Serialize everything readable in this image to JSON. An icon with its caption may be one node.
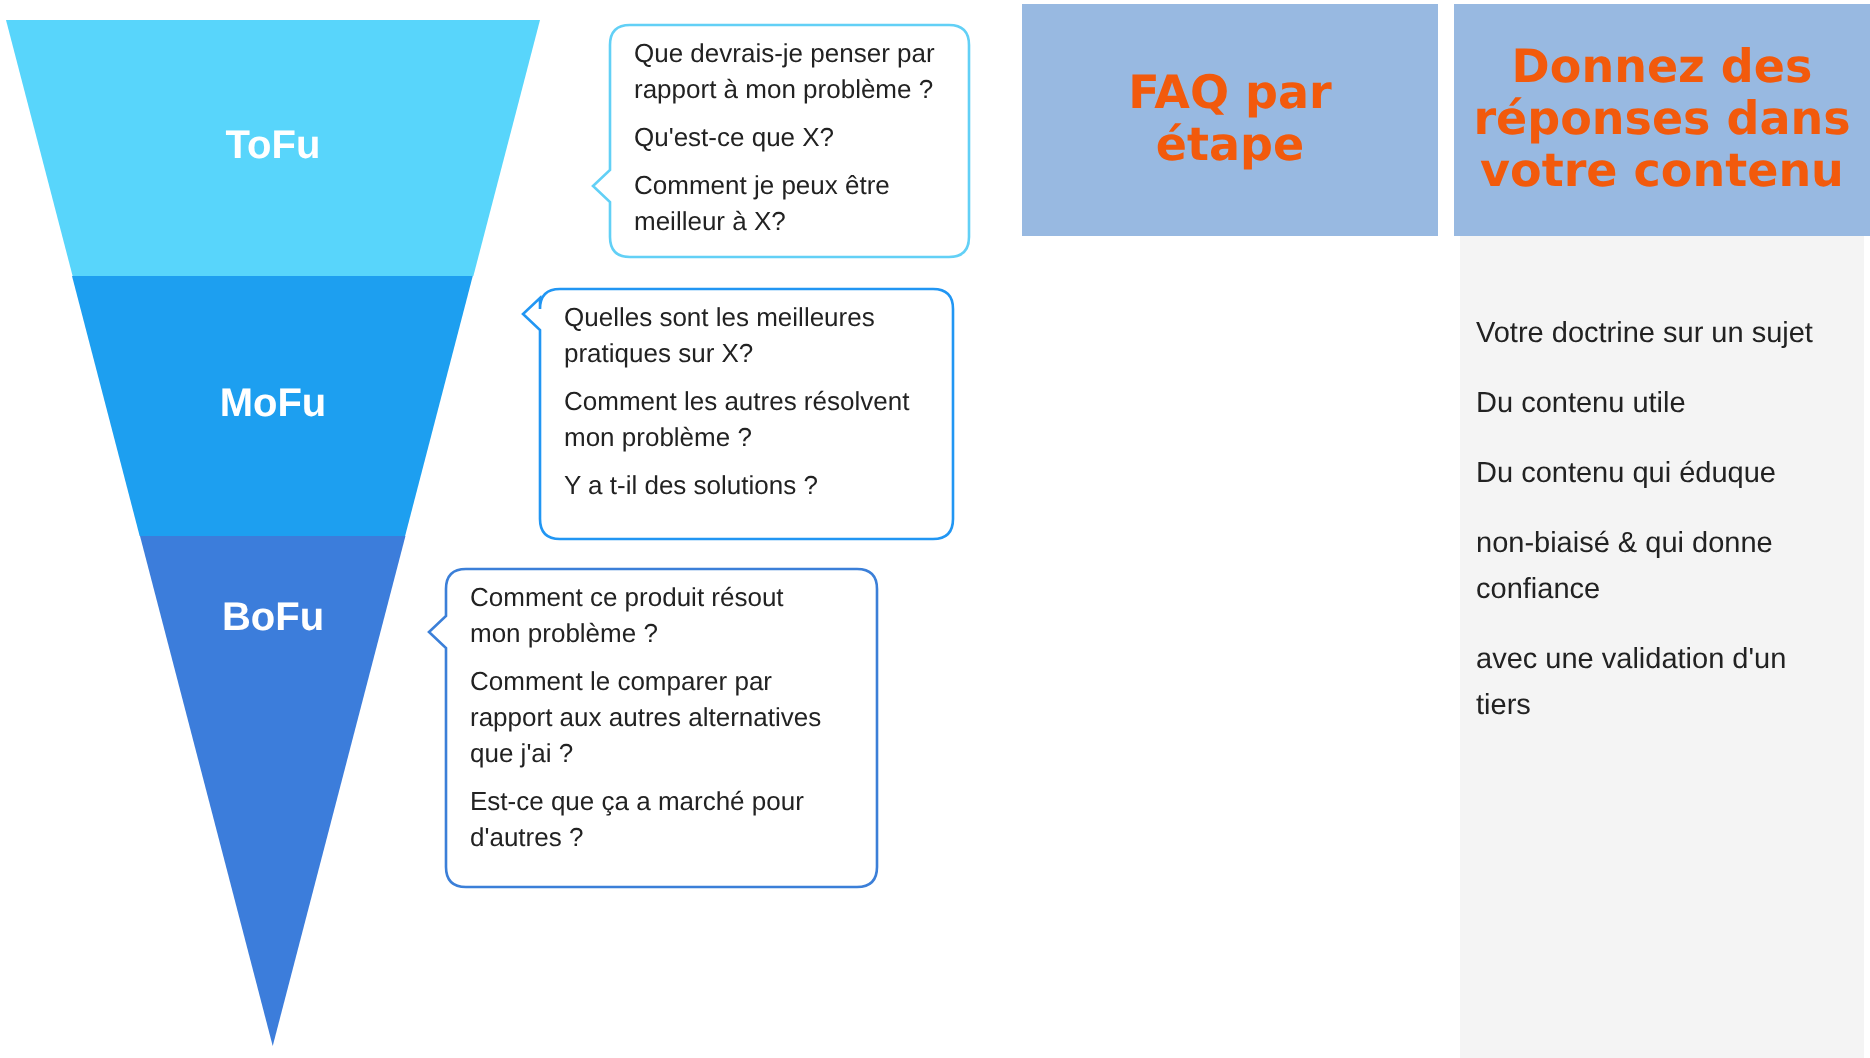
{
  "diagram": {
    "nodes": [
      {
        "text": [
          "ToFu"
        ]
      },
      {
        "text": [
          "MoFu"
        ]
      },
      {
        "text": [
          "BoFu"
        ]
      },
      {
        "text": [
          "Que devrais-je penser par rapport à mon problème ?",
          "Qu'est-ce que X?",
          "Comment je peux être meilleur à X?"
        ]
      },
      {
        "text": [
          "Quelles sont les meilleures pratiques sur X?",
          "Comment les autres résolvent mon problème ?",
          "Y a t-il des solutions ?"
        ]
      },
      {
        "text": [
          "Comment ce produit résout mon problème ?",
          "Comment le comparer par rapport aux autres alternatives que j'ai ?",
          "Est-ce que ça a marché pour d'autres ?"
        ]
      },
      {
        "text": [
          "FAQ par étape"
        ]
      },
      {
        "text": [
          "Donnez des réponses dans votre contenu"
        ]
      },
      {
        "text": [
          "Votre doctrine sur un sujet",
          "Du contenu utile",
          "Du contenu qui éduque",
          "non-biaisé & qui donne confiance",
          "avec une validation d'un tiers"
        ]
      }
    ]
  }
}
